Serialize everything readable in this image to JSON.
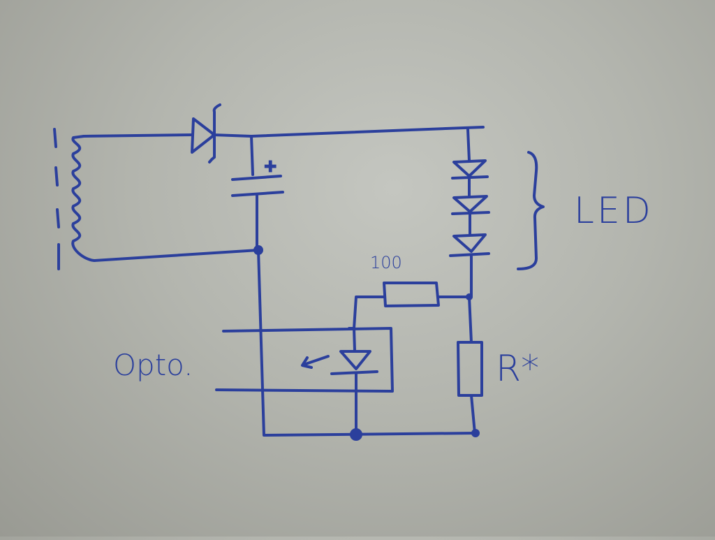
{
  "diagram": {
    "type": "hand-drawn circuit schematic",
    "labels": {
      "led_group": "LED",
      "resistor_100": "100",
      "resistor_r": "R*",
      "optocoupler": "Opto.",
      "capacitor_polarity": "+"
    },
    "ink_color": "#2b3f9c"
  }
}
